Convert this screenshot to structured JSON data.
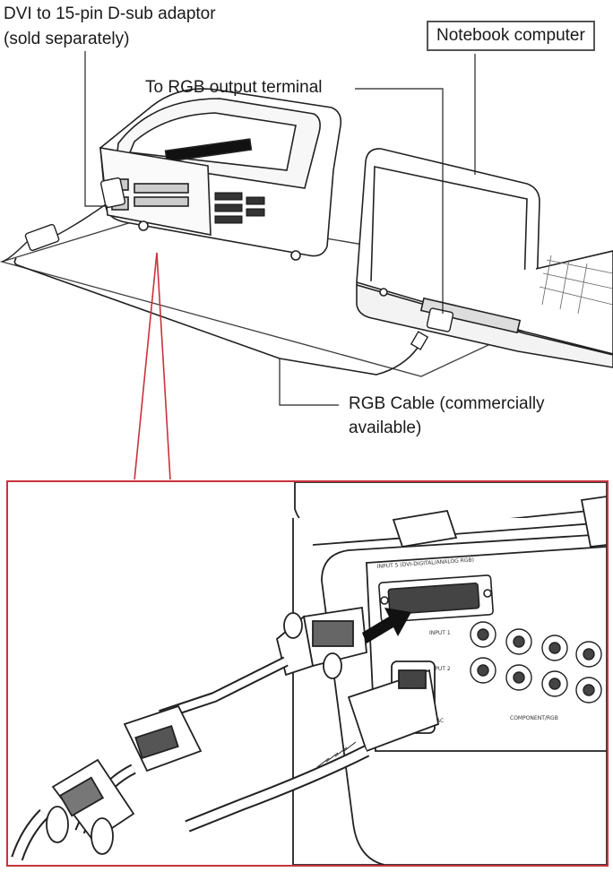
{
  "labels": {
    "adaptor_line1": "DVI to 15-pin D-sub adaptor",
    "adaptor_line2": "(sold separately)",
    "notebook": "Notebook computer",
    "rgb_output": "To RGB output terminal",
    "cable_line1": "RGB Cable (commercially",
    "cable_line2": "available)"
  },
  "detail_panel": {
    "input5_label": "INPUT 5 (DVI-DIGITAL/ANALOG RGB)",
    "input1_label": "INPUT 1",
    "input2_label": "INPUT 2",
    "component_label": "COMPONENT/RGB",
    "power_label": "AC"
  },
  "colors": {
    "callout_red": "#c8323c",
    "line": "#222222"
  }
}
